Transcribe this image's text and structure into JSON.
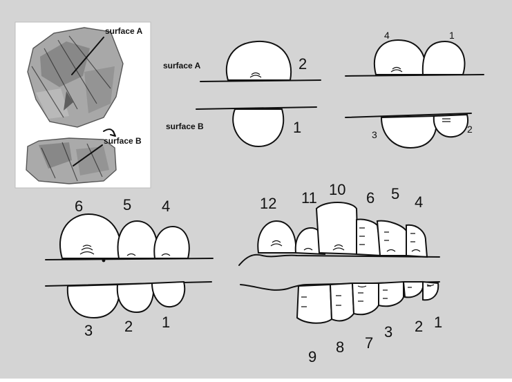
{
  "photo": {
    "label_surface_a": "surface A",
    "label_surface_b": "surface B"
  },
  "diagram_top_left": {
    "label_surface_a": "surface A",
    "label_surface_b": "surface B",
    "num_upper": "2",
    "num_lower": "1"
  },
  "diagram_top_right": {
    "upper_left": "4",
    "upper_right": "1",
    "lower_left": "3",
    "lower_right": "2"
  },
  "diagram_bottom_left": {
    "upper": [
      "6",
      "5",
      "4"
    ],
    "lower": [
      "3",
      "2",
      "1"
    ]
  },
  "diagram_bottom_right": {
    "upper": [
      "12",
      "11",
      "10",
      "6",
      "5",
      "4"
    ],
    "lower": [
      "9",
      "8",
      "7",
      "3",
      "2",
      "1"
    ]
  },
  "colors": {
    "background": "#d4d4d4",
    "ink": "#111111",
    "paper": "#ffffff"
  }
}
